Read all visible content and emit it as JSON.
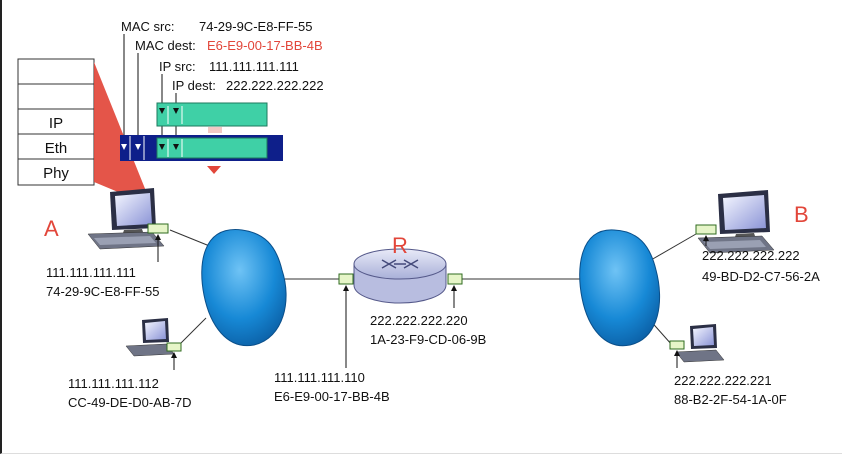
{
  "header": {
    "mac_src_label": "MAC src:",
    "mac_src_value": "74-29-9C-E8-FF-55",
    "mac_dest_label": "MAC dest:",
    "mac_dest_value": "E6-E9-00-17-BB-4B",
    "ip_src_label": "IP src:",
    "ip_src_value": "111.111.111.111",
    "ip_dest_label": "IP dest:",
    "ip_dest_value": "222.222.222.222"
  },
  "stack": {
    "layers": [
      "",
      "",
      "IP",
      "Eth",
      "Phy"
    ]
  },
  "labels": {
    "host_a": "A",
    "host_b": "B",
    "router": "R"
  },
  "hosts": {
    "a": {
      "ip": "111.111.111.111",
      "mac": "74-29-9C-E8-FF-55"
    },
    "a2": {
      "ip": "111.111.111.112",
      "mac": "CC-49-DE-D0-AB-7D"
    },
    "b": {
      "ip": "222.222.222.222",
      "mac": "49-BD-D2-C7-56-2A"
    },
    "b2": {
      "ip": "222.222.222.221",
      "mac": "88-B2-2F-54-1A-0F"
    }
  },
  "router": {
    "left": {
      "ip": "111.111.111.110",
      "mac": "E6-E9-00-17-BB-4B"
    },
    "right": {
      "ip": "222.222.222.220",
      "mac": "1A-23-F9-CD-06-9B"
    }
  },
  "colors": {
    "accent_red": "#e2463a",
    "datagram": "#3fd0a6",
    "frame": "#0e1f8a",
    "cloud": "#1789d6"
  }
}
